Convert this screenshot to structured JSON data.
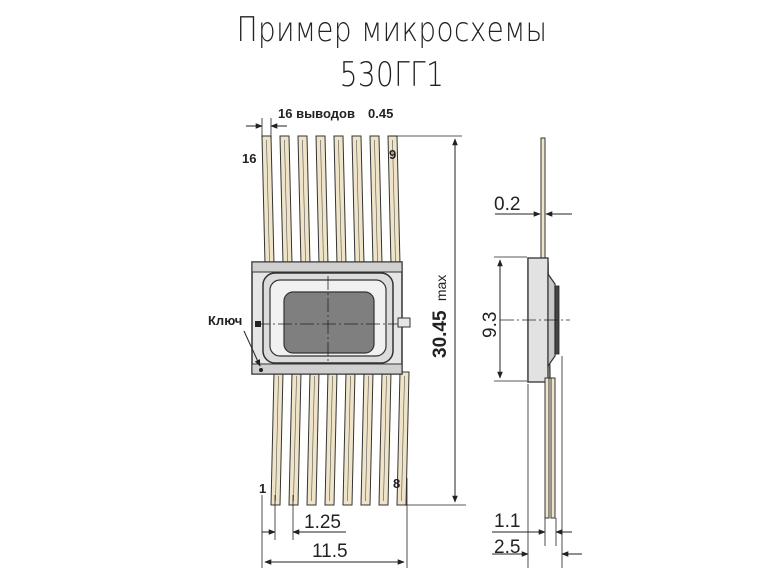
{
  "title": {
    "line1": "Пример микросхемы",
    "line2": "530ГГ1"
  },
  "labels": {
    "pins_count": "16 выводов",
    "pin_width": "0.45",
    "pin_16": "16",
    "pin_9": "9",
    "pin_1": "1",
    "pin_8": "8",
    "key": "Ключ",
    "height": "30.45",
    "height_suffix": "max",
    "pitch": "1.25",
    "width": "11.5",
    "lead_thickness": "0.2",
    "body_height": "9.3",
    "standoff": "1.1",
    "total_thickness": "2.5"
  },
  "colors": {
    "lead_fill": "#efe4c8",
    "lead_stroke": "#333333",
    "body_frame": "#d8d8d8",
    "window": "#7f7f7f",
    "line": "#222222"
  }
}
